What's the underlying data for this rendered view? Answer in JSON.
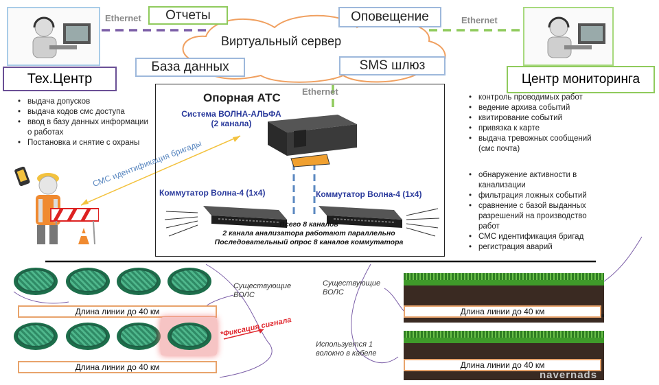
{
  "services": {
    "reports": "Отчеты",
    "alerts": "Оповещение",
    "virtual_server": "Виртуальный сервер",
    "database": "База данных",
    "sms_gateway": "SMS шлюз"
  },
  "ethernet_label": "Ethernet",
  "tech_center": {
    "title": "Тех.Центр",
    "items": [
      "выдача допусков",
      "выдача кодов смс доступа",
      "ввод в базу данных информации о работах",
      "Постановка и снятие с охраны"
    ]
  },
  "monitoring_center": {
    "title": "Центр мониторинга",
    "items_group1": [
      "контроль проводимых работ",
      "ведение архива событий",
      "квитирование событий",
      "привязка к карте",
      "выдача тревожных сообщений (смс почта)"
    ],
    "items_group2": [
      "обнаружение активности в канализации",
      "фильтрация ложных событий",
      "сравнение с базой выданных разрешений на производство работ",
      "СМС идентификация бригад",
      "регистрация аварий"
    ]
  },
  "ats": {
    "title": "Опорная АТС",
    "system_line1": "Система ВОЛНА-АЛЬФА",
    "system_line2": "(2 канала)",
    "switch_left": "Коммутатор Волна-4  (1x4)",
    "switch_right": "Коммутатор Волна-4  (1x4)",
    "note_line1": "Всего 8 каналов",
    "note_line2": "2 канала анализатора работают параллельно",
    "note_line3": "Последовательный опрос 8 каналов коммутатора"
  },
  "sms_brigade": "СМС идентификация бригады",
  "bottom": {
    "line_length": "Длина линии до 40 км",
    "existing_vols_line1": "Существующие",
    "existing_vols_line2": "ВОЛС",
    "fixation": "*Фиксация сигнала",
    "fiber_note_line1": "Используется 1",
    "fiber_note_line2": "волокно в кабеле"
  },
  "watermark": "navernads",
  "colors": {
    "purple_line": "#7b5ea7",
    "green_line": "#8fca5c",
    "blue_line": "#5b88c0",
    "orange_border": "#e8a36b",
    "red_text": "#e0262c",
    "blue_text": "#2a3a9c"
  }
}
